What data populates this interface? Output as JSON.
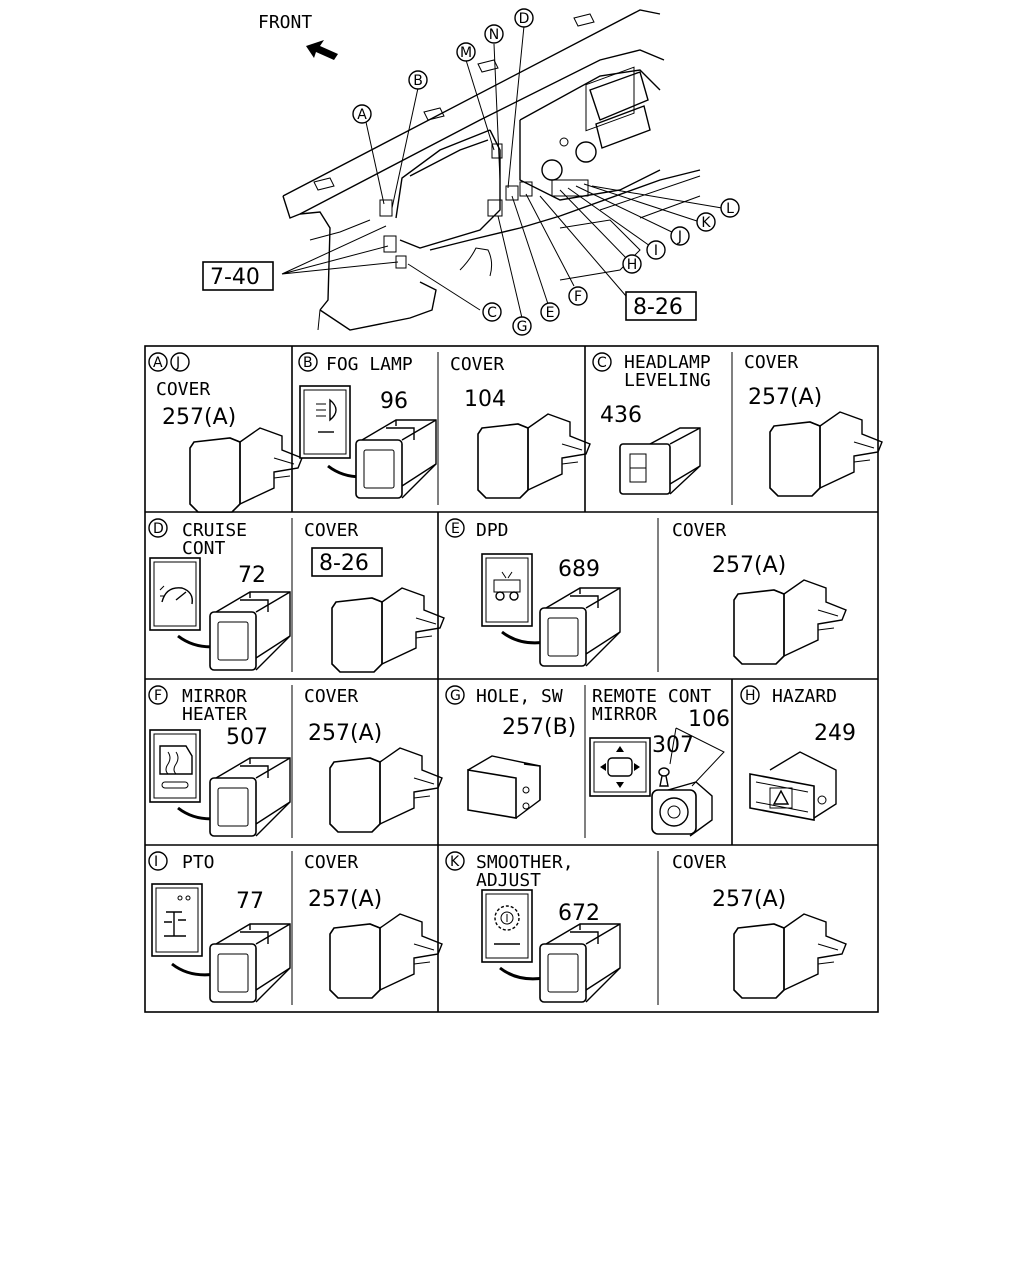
{
  "overview": {
    "front_label": "FRONT",
    "callouts": [
      "A",
      "B",
      "C",
      "D",
      "E",
      "F",
      "G",
      "H",
      "I",
      "J",
      "K",
      "L",
      "M",
      "N"
    ],
    "ref_left": "7-40",
    "ref_right": "8-26"
  },
  "cells": [
    {
      "id": "AJ",
      "letters": [
        "A",
        "J"
      ],
      "title": "",
      "part": "257(A)",
      "sub": "COVER"
    },
    {
      "id": "B",
      "letters": [
        "B"
      ],
      "title": "FOG  LAMP",
      "part": "96"
    },
    {
      "id": "B-cover",
      "letters": [],
      "title": "COVER",
      "part": "104"
    },
    {
      "id": "C",
      "letters": [
        "C"
      ],
      "title1": "HEADLAMP",
      "title2": "LEVELING",
      "part": "436"
    },
    {
      "id": "C-cover",
      "letters": [],
      "title": "COVER",
      "part": "257(A)"
    },
    {
      "id": "D",
      "letters": [
        "D"
      ],
      "title1": "CRUISE",
      "title2": "CONT",
      "part": "72"
    },
    {
      "id": "D-cover",
      "letters": [],
      "title": "COVER",
      "part": "8-26"
    },
    {
      "id": "E",
      "letters": [
        "E"
      ],
      "title": "DPD",
      "part": "689"
    },
    {
      "id": "E-cover",
      "letters": [],
      "title": "COVER",
      "part": "257(A)"
    },
    {
      "id": "F",
      "letters": [
        "F"
      ],
      "title1": "MIRROR",
      "title2": "HEATER",
      "part": "507"
    },
    {
      "id": "F-cover",
      "letters": [],
      "title": "COVER",
      "part": "257(A)"
    },
    {
      "id": "G",
      "letters": [
        "G"
      ],
      "title": "HOLE, SW",
      "part": "257(B)"
    },
    {
      "id": "RM",
      "letters": [],
      "title1": "REMOTE  CONT",
      "title2": "MIRROR",
      "part1": "106",
      "part2": "307"
    },
    {
      "id": "H",
      "letters": [
        "H"
      ],
      "title": "HAZARD",
      "part": "249"
    },
    {
      "id": "I",
      "letters": [
        "I"
      ],
      "title": "PTO",
      "part": "77"
    },
    {
      "id": "I-cover",
      "letters": [],
      "title": "COVER",
      "part": "257(A)"
    },
    {
      "id": "K",
      "letters": [
        "K"
      ],
      "title1": "SMOOTHER,",
      "title2": "ADJUST",
      "part": "672"
    },
    {
      "id": "K-cover",
      "letters": [],
      "title": "COVER",
      "part": "257(A)"
    }
  ]
}
